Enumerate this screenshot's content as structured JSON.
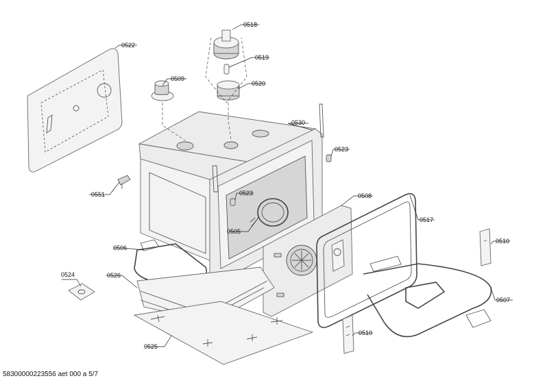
{
  "diagram": {
    "footer_text": "58300000223556 aet 000 a 5/7",
    "parts": [
      {
        "id": "0518"
      },
      {
        "id": "0519"
      },
      {
        "id": "0520"
      },
      {
        "id": "0509"
      },
      {
        "id": "0522"
      },
      {
        "id": "0530"
      },
      {
        "id": "0523a",
        "label": "0523"
      },
      {
        "id": "0523b",
        "label": "0523"
      },
      {
        "id": "0551"
      },
      {
        "id": "0508"
      },
      {
        "id": "0505"
      },
      {
        "id": "0517"
      },
      {
        "id": "0510a",
        "label": "0510"
      },
      {
        "id": "0506"
      },
      {
        "id": "0524"
      },
      {
        "id": "0526"
      },
      {
        "id": "0507"
      },
      {
        "id": "0510b",
        "label": "0510"
      },
      {
        "id": "0525"
      }
    ],
    "labels": {
      "p0518": "0518",
      "p0519": "0519",
      "p0520": "0520",
      "p0509": "0509",
      "p0522": "0522",
      "p0530": "0530",
      "p0523a": "0523",
      "p0523b": "0523",
      "p0551": "0551",
      "p0508": "0508",
      "p0505": "0505",
      "p0517": "0517",
      "p0510a": "0510",
      "p0506": "0506",
      "p0524": "0524",
      "p0526": "0526",
      "p0507": "0507",
      "p0510b": "0510",
      "p0525": "0525"
    }
  }
}
